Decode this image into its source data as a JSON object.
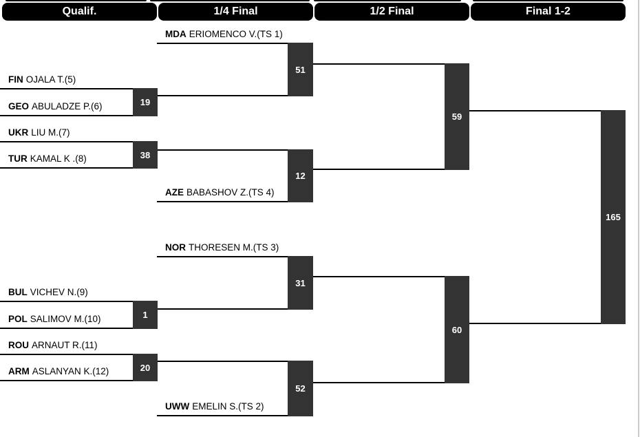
{
  "colors": {
    "page_bg": "#ffffff",
    "header_bg": "#000000",
    "header_text": "#ffffff",
    "match_box_bg": "#333333",
    "match_box_text": "#ffffff",
    "line": "#000000",
    "entry_text": "#000000"
  },
  "headers": [
    {
      "label": "Qualif."
    },
    {
      "label": "1/4 Final"
    },
    {
      "label": "1/2 Final"
    },
    {
      "label": "Final 1-2"
    }
  ],
  "entries": [
    {
      "country": "MDA",
      "name": "ERIOMENCO V.(TS 1)"
    },
    {
      "country": "FIN",
      "name": "OJALA T.(5)"
    },
    {
      "country": "GEO",
      "name": "ABULADZE P.(6)"
    },
    {
      "country": "UKR",
      "name": "LIU M.(7)"
    },
    {
      "country": "TUR",
      "name": "KAMAL K .(8)"
    },
    {
      "country": "AZE",
      "name": "BABASHOV Z.(TS 4)"
    },
    {
      "country": "NOR",
      "name": "THORESEN M.(TS 3)"
    },
    {
      "country": "BUL",
      "name": "VICHEV N.(9)"
    },
    {
      "country": "POL",
      "name": "SALIMOV M.(10)"
    },
    {
      "country": "ROU",
      "name": "ARNAUT R.(11)"
    },
    {
      "country": "ARM",
      "name": "ASLANYAN K.(12)"
    },
    {
      "country": "UWW",
      "name": "EMELIN S.(TS 2)"
    }
  ],
  "matches": [
    {
      "round": "Qualif.",
      "number": "19"
    },
    {
      "round": "Qualif.",
      "number": "38"
    },
    {
      "round": "Qualif.",
      "number": "1"
    },
    {
      "round": "Qualif.",
      "number": "20"
    },
    {
      "round": "1/4 Final",
      "number": "51"
    },
    {
      "round": "1/4 Final",
      "number": "12"
    },
    {
      "round": "1/4 Final",
      "number": "31"
    },
    {
      "round": "1/4 Final",
      "number": "52"
    },
    {
      "round": "1/2 Final",
      "number": "59"
    },
    {
      "round": "1/2 Final",
      "number": "60"
    },
    {
      "round": "Final 1-2",
      "number": "165"
    }
  ]
}
